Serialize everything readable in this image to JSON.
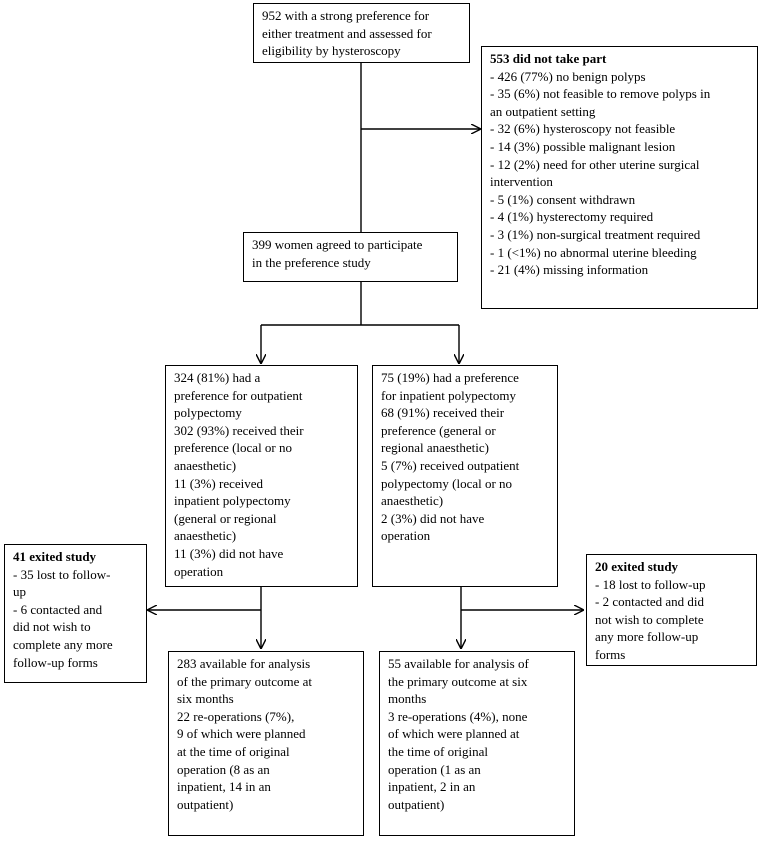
{
  "boxes": {
    "assessed": {
      "lines": [
        "952 with a strong preference for",
        "either treatment and assessed for",
        "eligibility by hysteroscopy"
      ]
    },
    "excluded": {
      "title": "553 did not take part",
      "lines": [
        "- 426 (77%) no benign polyps",
        "- 35 (6%) not feasible to remove polyps in",
        "an outpatient setting",
        "- 32 (6%) hysteroscopy not feasible",
        "- 14 (3%) possible malignant lesion",
        "- 12 (2%) need for other uterine surgical",
        "intervention",
        "- 5 (1%) consent withdrawn",
        "- 4 (1%) hysterectomy required",
        "- 3 (1%) non-surgical treatment required",
        "- 1 (<1%) no abnormal uterine bleeding",
        "- 21 (4%) missing information"
      ]
    },
    "agreed": {
      "lines": [
        "399 women agreed to participate",
        "in the preference study"
      ]
    },
    "outpatient_pref": {
      "lines": [
        "324 (81%) had a",
        "preference for outpatient",
        "polypectomy",
        "302 (93%) received their",
        "preference (local or no",
        "anaesthetic)",
        "11 (3%) received",
        "inpatient polypectomy",
        "(general or regional",
        "anaesthetic)",
        "11 (3%) did not have",
        "operation"
      ]
    },
    "inpatient_pref": {
      "lines": [
        "75 (19%) had a preference",
        "for inpatient polypectomy",
        "68 (91%) received their",
        "preference (general or",
        "regional anaesthetic)",
        "5 (7%) received outpatient",
        "polypectomy (local or no",
        "anaesthetic)",
        "2 (3%) did not have",
        "operation"
      ]
    },
    "exit_left": {
      "title": "41 exited study",
      "lines": [
        "- 35 lost to follow-",
        "up",
        "- 6 contacted and",
        "did not wish to",
        "complete any more",
        "follow-up forms"
      ]
    },
    "exit_right": {
      "title": "20 exited study",
      "lines": [
        "- 18 lost to follow-up",
        "- 2 contacted and did",
        "not wish to complete",
        "any more follow-up",
        "forms"
      ]
    },
    "analysis_left": {
      "lines": [
        "283 available for analysis",
        "of the primary outcome at",
        "six months",
        "22 re-operations (7%),",
        "9 of which were planned",
        "at the time of original",
        "operation (8 as an",
        "inpatient, 14 in an",
        "outpatient)"
      ]
    },
    "analysis_right": {
      "lines": [
        "55 available for analysis of",
        "the primary outcome at six",
        "months",
        "3 re-operations (4%), none",
        "of which were planned at",
        "the time of original",
        "operation (1 as an",
        "inpatient, 2 in an",
        "outpatient)"
      ]
    }
  }
}
